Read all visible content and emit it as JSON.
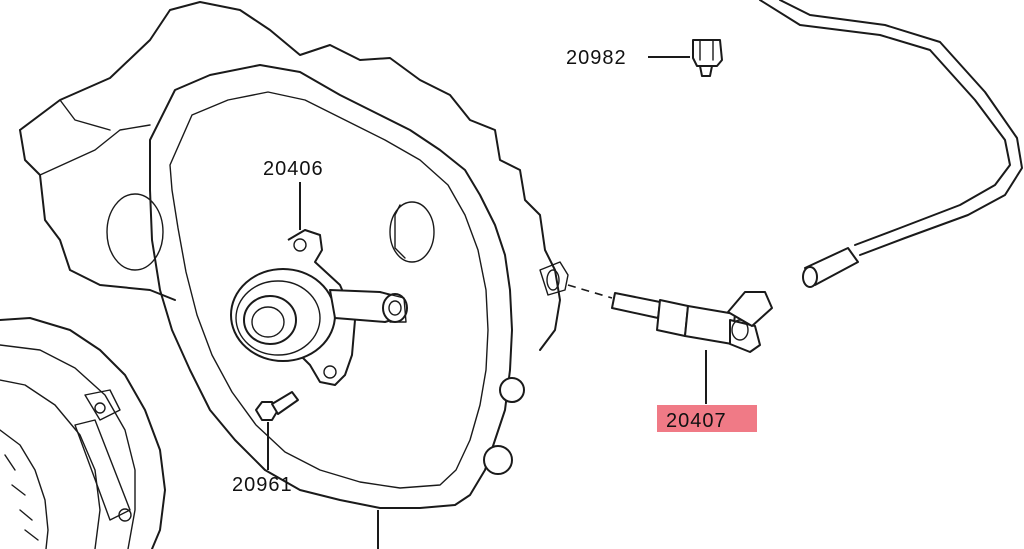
{
  "parts": [
    {
      "id": "p20982",
      "number": "20982",
      "highlighted": false
    },
    {
      "id": "p20406",
      "number": "20406",
      "highlighted": false
    },
    {
      "id": "p20407",
      "number": "20407",
      "highlighted": true
    },
    {
      "id": "p20961",
      "number": "20961",
      "highlighted": false
    }
  ],
  "colors": {
    "highlight": "#f07a86",
    "line": "#1a1a1a",
    "background": "#ffffff"
  }
}
